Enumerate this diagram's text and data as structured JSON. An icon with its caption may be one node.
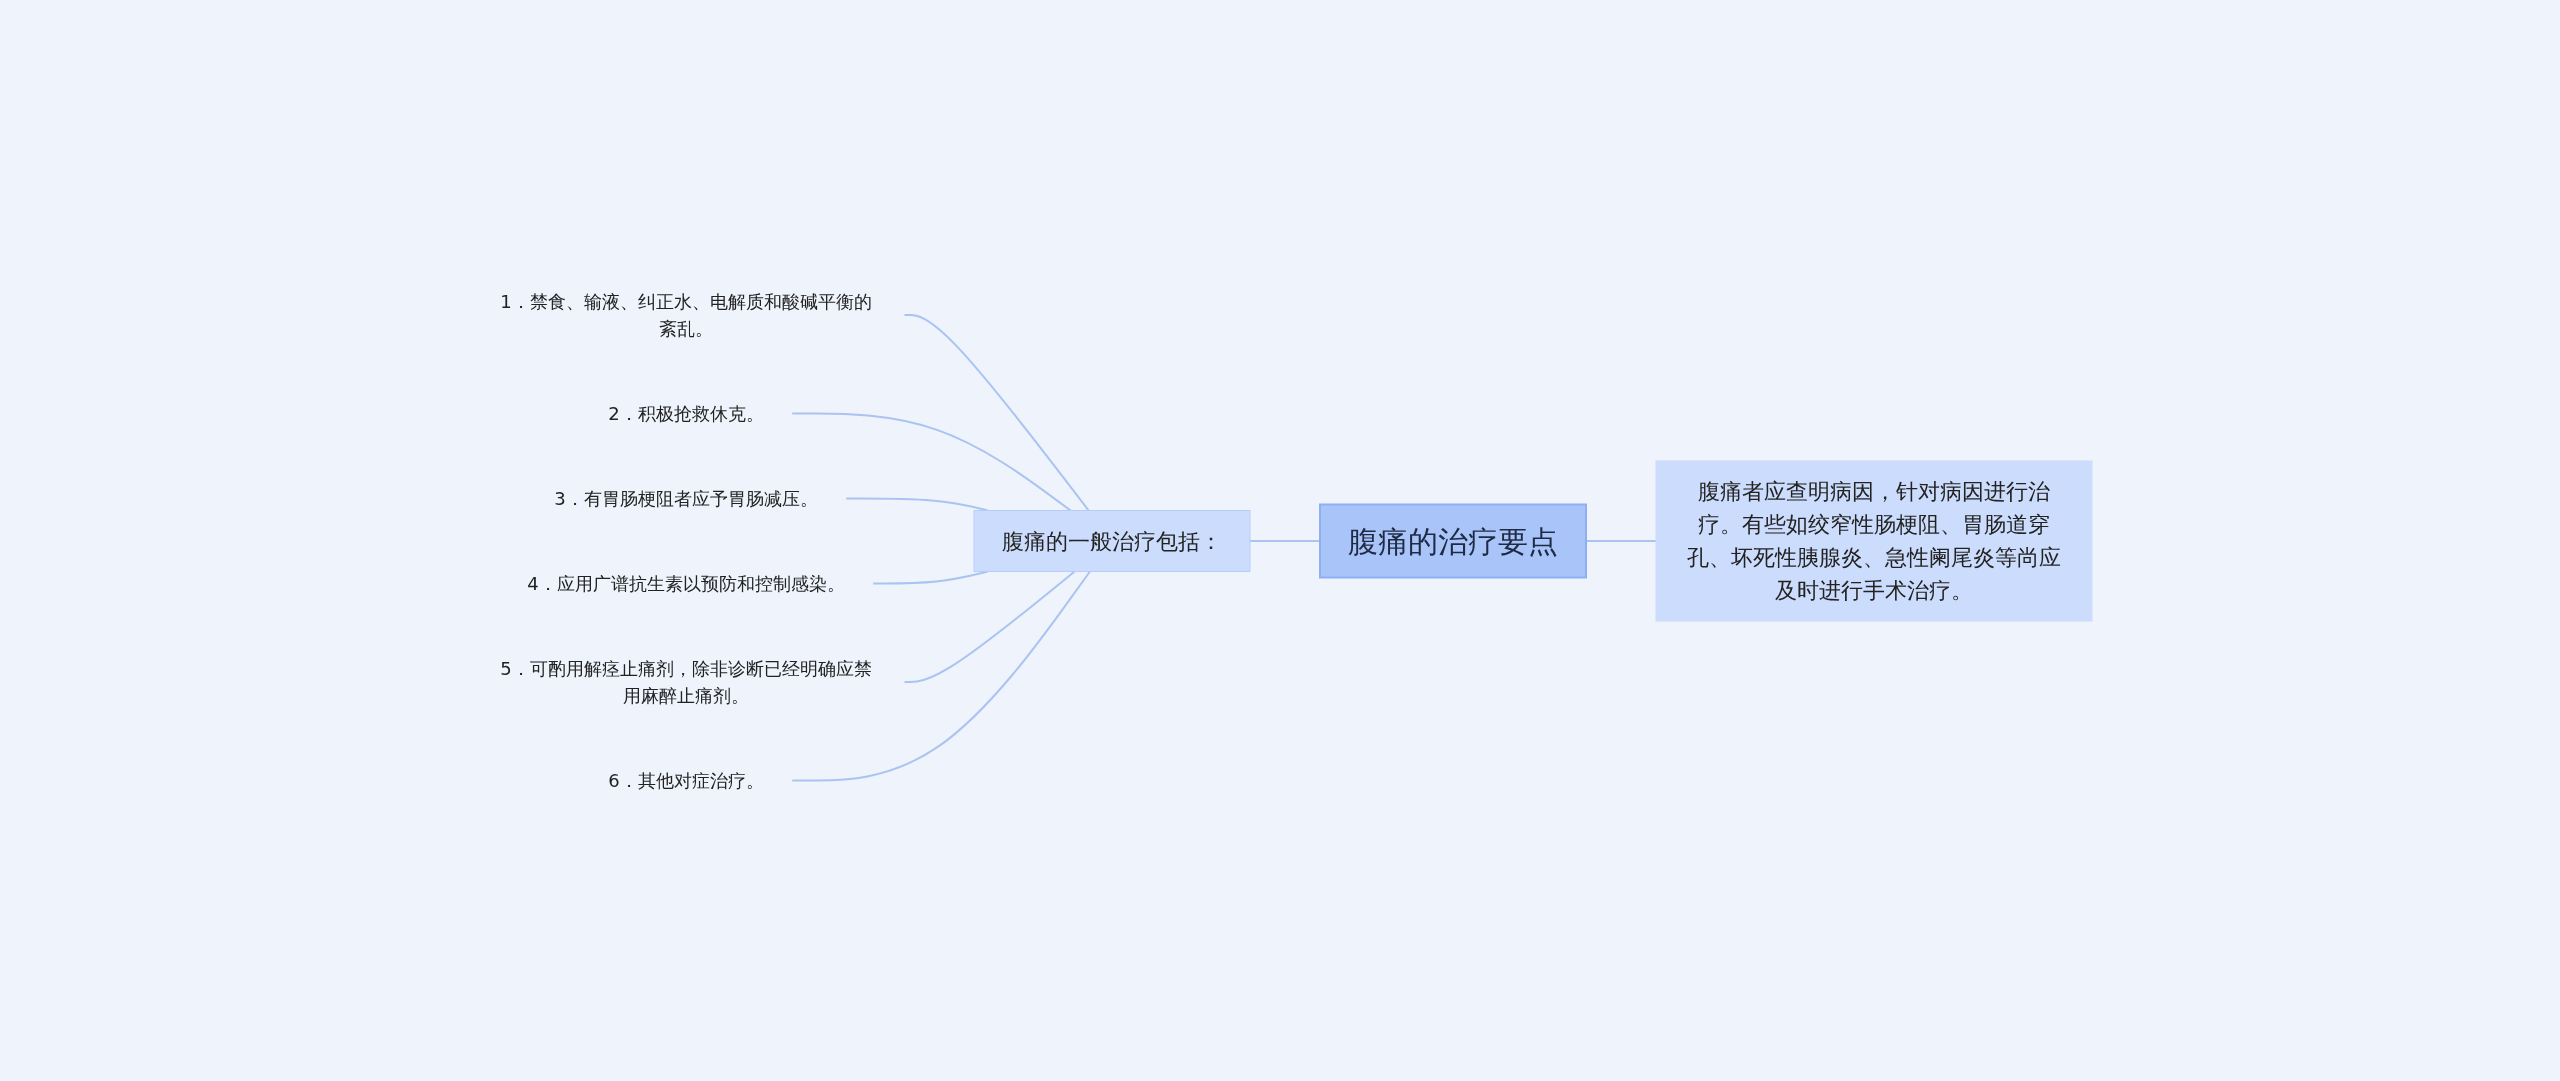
{
  "diagram": {
    "nodes": [
      {
        "text": [
          "腹痛的治疗要点"
        ]
      },
      {
        "text": [
          "腹痛的一般治疗包括："
        ]
      },
      {
        "text": [
          "腹痛者应查明病因，针对病因进行治疗。有些如绞窄性肠梗阻、胃肠道穿孔、坏死性胰腺炎、急性阑尾炎等尚应及时进行手术治疗。"
        ]
      },
      {
        "text": [
          "1．禁食、输液、纠正水、电解质和酸碱平衡的紊乱。"
        ]
      },
      {
        "text": [
          "2．积极抢救休克。"
        ]
      },
      {
        "text": [
          "3．有胃肠梗阻者应予胃肠减压。"
        ]
      },
      {
        "text": [
          "4．应用广谱抗生素以预防和控制感染。"
        ]
      },
      {
        "text": [
          "5．可酌用解痉止痛剂，除非诊断已经明确应禁用麻醉止痛剂。"
        ]
      },
      {
        "text": [
          "6．其他对症治疗。"
        ]
      }
    ],
    "edges": [
      {
        "from": 0,
        "to": 1,
        "arrow": "none"
      },
      {
        "from": 2,
        "to": 0,
        "arrow": "none"
      },
      {
        "from": 1,
        "to": 3,
        "arrow": "none"
      },
      {
        "from": 1,
        "to": 4,
        "arrow": "none"
      },
      {
        "from": 1,
        "to": 5,
        "arrow": "none"
      },
      {
        "from": 1,
        "to": 6,
        "arrow": "none"
      },
      {
        "from": 1,
        "to": 7,
        "arrow": "none"
      },
      {
        "from": 1,
        "to": 8,
        "arrow": "none"
      }
    ]
  }
}
